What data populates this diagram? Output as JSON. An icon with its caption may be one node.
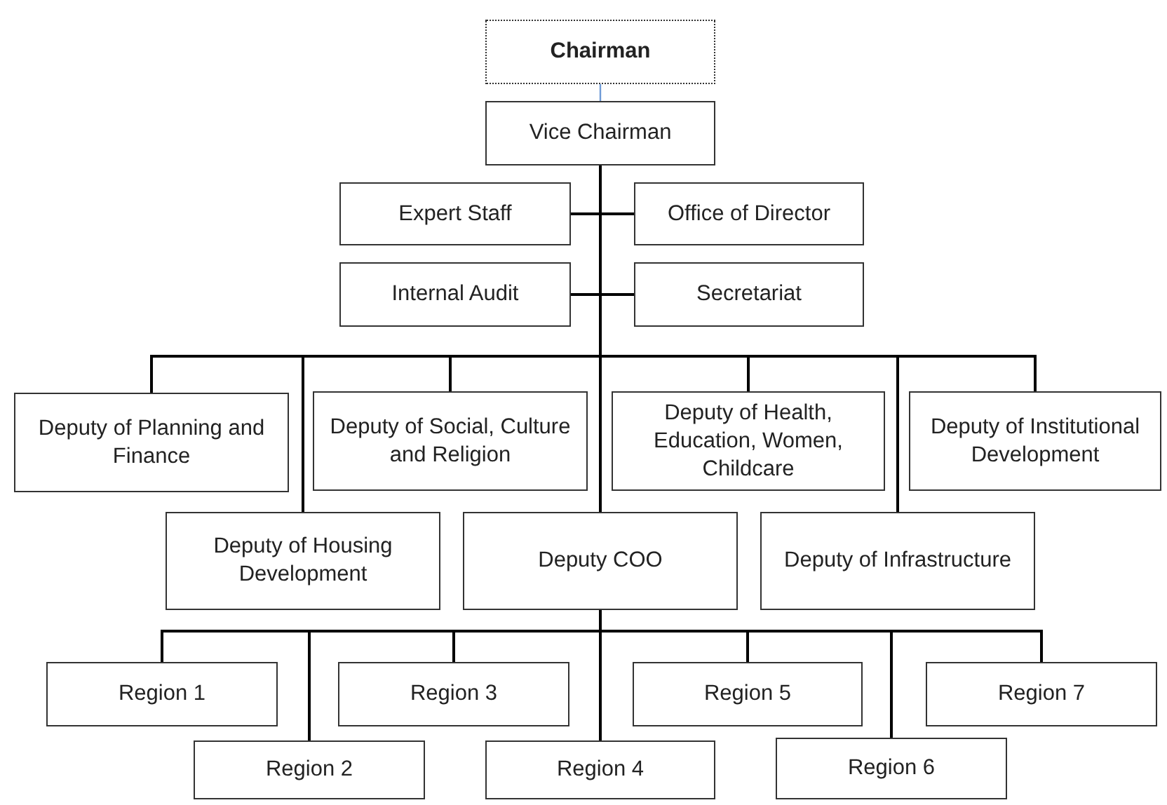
{
  "diagram": {
    "nodes": [
      {
        "text": [
          "Chairman"
        ]
      },
      {
        "text": [
          "Vice Chairman"
        ]
      },
      {
        "text": [
          "Expert Staff"
        ]
      },
      {
        "text": [
          "Office of Director"
        ]
      },
      {
        "text": [
          "Internal Audit"
        ]
      },
      {
        "text": [
          "Secretariat"
        ]
      },
      {
        "text": [
          "Deputy of Planning and Finance"
        ]
      },
      {
        "text": [
          "Deputy of Social, Culture and Religion"
        ]
      },
      {
        "text": [
          "Deputy of Health, Education, Women, Childcare"
        ]
      },
      {
        "text": [
          "Deputy of Institutional Development"
        ]
      },
      {
        "text": [
          "Deputy of Housing Development"
        ]
      },
      {
        "text": [
          "Deputy COO"
        ]
      },
      {
        "text": [
          "Deputy of Infrastructure"
        ]
      },
      {
        "text": [
          "Region 1"
        ]
      },
      {
        "text": [
          "Region 3"
        ]
      },
      {
        "text": [
          "Region 5"
        ]
      },
      {
        "text": [
          "Region 7"
        ]
      },
      {
        "text": [
          "Region 2"
        ]
      },
      {
        "text": [
          "Region 4"
        ]
      },
      {
        "text": [
          "Region 6"
        ]
      }
    ],
    "edges": [
      {
        "from": 0,
        "to": 1,
        "arrow": "none",
        "color": "#6f9bd6"
      },
      {
        "from": 1,
        "to": 2,
        "arrow": "none"
      },
      {
        "from": 1,
        "to": 3,
        "arrow": "none"
      },
      {
        "from": 1,
        "to": 4,
        "arrow": "none"
      },
      {
        "from": 1,
        "to": 5,
        "arrow": "none"
      },
      {
        "from": 1,
        "to": 6,
        "arrow": "none"
      },
      {
        "from": 1,
        "to": 7,
        "arrow": "none"
      },
      {
        "from": 1,
        "to": 8,
        "arrow": "none"
      },
      {
        "from": 1,
        "to": 9,
        "arrow": "none"
      },
      {
        "from": 1,
        "to": 10,
        "arrow": "none"
      },
      {
        "from": 1,
        "to": 11,
        "arrow": "none"
      },
      {
        "from": 1,
        "to": 12,
        "arrow": "none"
      },
      {
        "from": 11,
        "to": 13,
        "arrow": "none"
      },
      {
        "from": 11,
        "to": 14,
        "arrow": "none"
      },
      {
        "from": 11,
        "to": 15,
        "arrow": "none"
      },
      {
        "from": 11,
        "to": 16,
        "arrow": "none"
      },
      {
        "from": 11,
        "to": 17,
        "arrow": "none"
      },
      {
        "from": 11,
        "to": 18,
        "arrow": "none"
      },
      {
        "from": 11,
        "to": 19,
        "arrow": "none"
      }
    ]
  }
}
